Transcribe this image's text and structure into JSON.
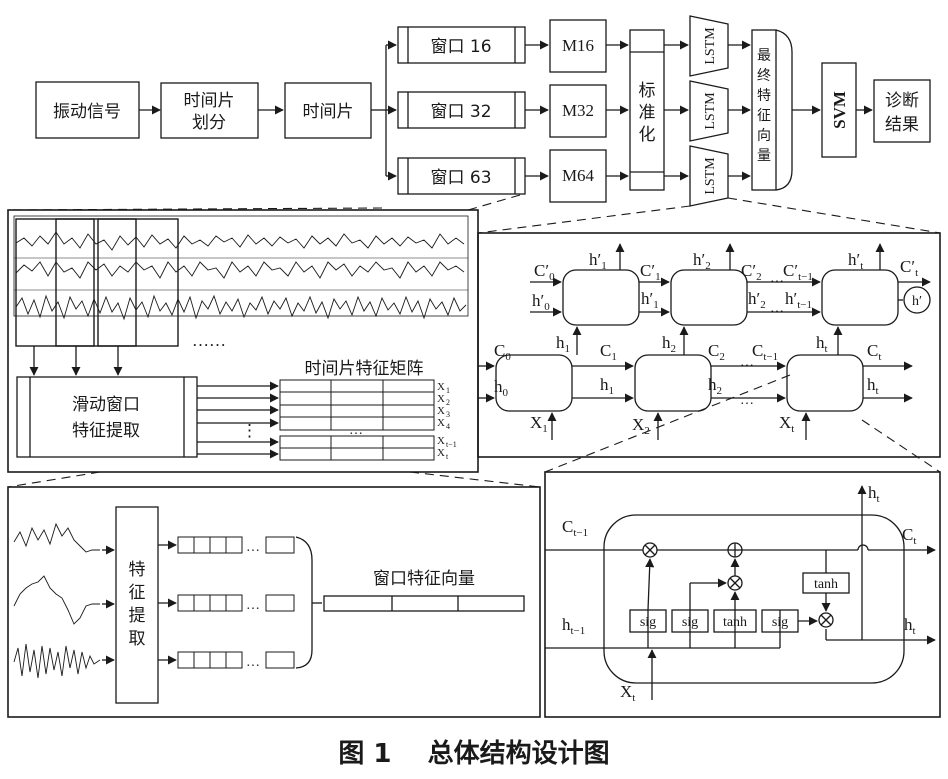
{
  "top": {
    "input": "振动信号",
    "divide": [
      "时间片",
      "划分"
    ],
    "slice": "时间片",
    "windows": [
      "窗口 16",
      "窗口 32",
      "窗口 63"
    ],
    "models": [
      "M16",
      "M32",
      "M64"
    ],
    "normalize": [
      "标",
      "准",
      "化"
    ],
    "lstm": "LSTM",
    "final_vec": [
      "最",
      "终",
      "特",
      "征",
      "向",
      "量"
    ],
    "svm": "SVM",
    "result": [
      "诊断",
      "结果"
    ]
  },
  "panel_signal": {
    "dots": "……",
    "extract": [
      "滑动窗口",
      "特征提取"
    ],
    "matrix_title": "时间片特征矩阵",
    "vdots": "⋮",
    "cdots": "…",
    "x_labels": [
      "X",
      "X",
      "X",
      "X",
      "X",
      "X"
    ],
    "x_subs": [
      "1",
      "2",
      "3",
      "4",
      "t−1",
      "t"
    ]
  },
  "panel_lstm_chain": {
    "C": "C",
    "h": "h",
    "X": "X",
    "prime": "′",
    "sub0": "0",
    "sub1": "1",
    "sub2": "2",
    "subt": "t",
    "subtm1": "t−1",
    "dots": "…",
    "hprime_circle": "h′"
  },
  "panel_window": {
    "extract": [
      "特",
      "征",
      "提",
      "取"
    ],
    "dots": "…",
    "vector_label": "窗口特征向量"
  },
  "panel_cell": {
    "gates": [
      "sig",
      "sig",
      "tanh",
      "sig"
    ],
    "tanh": "tanh",
    "times": "×",
    "plus": "+",
    "C": "C",
    "h": "h",
    "X": "X",
    "subt": "t",
    "subtm1": "t−1"
  },
  "caption": "图 1    总体结构设计图"
}
